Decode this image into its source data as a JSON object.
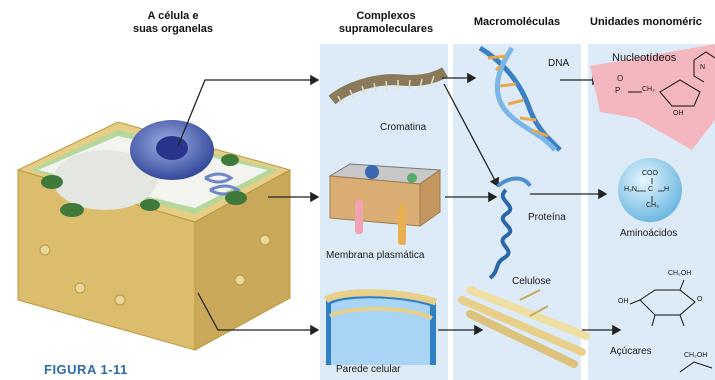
{
  "headers": {
    "cell_line1": "A célula e",
    "cell_line2": "suas organelas",
    "complexes_line1": "Complexos",
    "complexes_line2": "supramoleculares",
    "macromolecules": "Macromoléculas",
    "monomers": "Unidades monoméric"
  },
  "labels": {
    "dna": "DNA",
    "nucleotides": "Nucleotídeos",
    "chromatin": "Cromatina",
    "plasma_membrane": "Membrana plasmática",
    "protein": "Proteína",
    "amino_acids": "Aminoácidos",
    "cellulose": "Celulose",
    "cell_wall": "Parede celular",
    "sugars": "Açúcares"
  },
  "formula": {
    "coo": "COO",
    "h3n": "H₃N",
    "c": "C",
    "h": "H",
    "ch3": "CH₃",
    "ch2oh": "CH₂OH",
    "oh": "OH",
    "o": "O",
    "p": "P",
    "ch2": "CH₂",
    "n": "N"
  },
  "figure_label": "FIGURA 1-11",
  "colors": {
    "panel_blue": "#dcebf7",
    "nucleotide_pink": "#f4b6bf",
    "figure_label_blue": "#2c6aa8",
    "cell_wall_tan": "#e8d08a",
    "amino_sphere": "#9fd3ef"
  }
}
